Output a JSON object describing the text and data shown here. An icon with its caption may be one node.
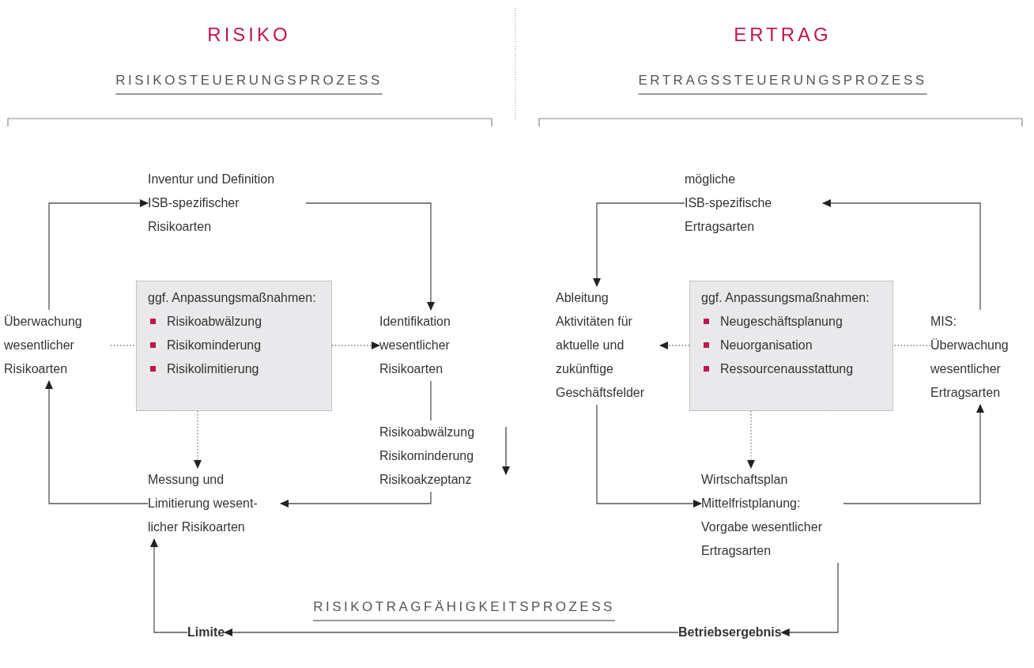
{
  "diagram": {
    "nodes": [
      {
        "text": [
          "Inventur und Definition ISB-spezifischer Risikoarten"
        ]
      },
      {
        "text": [
          "Überwachung wesentlicher Risikoarten"
        ]
      },
      {
        "text": [
          "ggf. Anpassungsmaßnahmen:",
          "Risikoabwälzung",
          "Risikominderung",
          "Risikolimitierung"
        ]
      },
      {
        "text": [
          "Identifikation wesentlicher Risikoarten"
        ]
      },
      {
        "text": [
          "Risikoabwälzung Risikominderung Risikoakzeptanz"
        ]
      },
      {
        "text": [
          "Messung und Limitierung wesent- licher Risikoarten"
        ]
      },
      {
        "text": [
          "mögliche ISB-spezifische Ertragsarten"
        ]
      },
      {
        "text": [
          "Ableitung Aktivitäten für aktuelle und zukünftige Geschäftsfelder"
        ]
      },
      {
        "text": [
          "ggf. Anpassungsmaßnahmen:",
          "Neugeschäftsplanung",
          "Neuorganisation",
          "Ressourcenausstattung"
        ]
      },
      {
        "text": [
          "MIS: Überwachung wesentlicher Ertragsarten"
        ]
      },
      {
        "text": [
          "Wirtschaftsplan Mittelfristplanung: Vorgabe wesentlicher Ertragsarten"
        ]
      },
      {
        "text": [
          "Limite"
        ]
      },
      {
        "text": [
          "Betriebsergebnis"
        ]
      }
    ],
    "edges": [
      {
        "from": 1,
        "to": 0,
        "arrow": "to"
      },
      {
        "from": 0,
        "to": 3,
        "arrow": "to"
      },
      {
        "from": 2,
        "to": 3,
        "arrow": "to",
        "style": "dashed"
      },
      {
        "from": 1,
        "to": 2,
        "arrow": "none",
        "style": "dashed"
      },
      {
        "from": 2,
        "to": 5,
        "arrow": "to",
        "style": "dashed"
      },
      {
        "from": 3,
        "to": 4,
        "arrow": "none"
      },
      {
        "from": 4,
        "to": 5,
        "arrow": "to"
      },
      {
        "from": 5,
        "to": 1,
        "arrow": "to"
      },
      {
        "from": 6,
        "to": 7,
        "arrow": "to"
      },
      {
        "from": 9,
        "to": 6,
        "arrow": "to"
      },
      {
        "from": 8,
        "to": 7,
        "arrow": "to",
        "style": "dashed"
      },
      {
        "from": 9,
        "to": 8,
        "arrow": "none",
        "style": "dashed"
      },
      {
        "from": 8,
        "to": 10,
        "arrow": "to",
        "style": "dashed"
      },
      {
        "from": 7,
        "to": 10,
        "arrow": "to"
      },
      {
        "from": 10,
        "to": 9,
        "arrow": "to"
      },
      {
        "from": 10,
        "to": 12,
        "arrow": "to"
      },
      {
        "from": 12,
        "to": 11,
        "arrow": "to"
      },
      {
        "from": 11,
        "to": 5,
        "arrow": "to"
      }
    ],
    "labels": [
      "RISIKO",
      "ERTRAG",
      "RISIKOSTEUERUNGSPROZESS",
      "ERTRAGSSTEUERUNGSPROZESS",
      "RISIKOTRAGFÄHIGKEITSPROZESS"
    ]
  }
}
